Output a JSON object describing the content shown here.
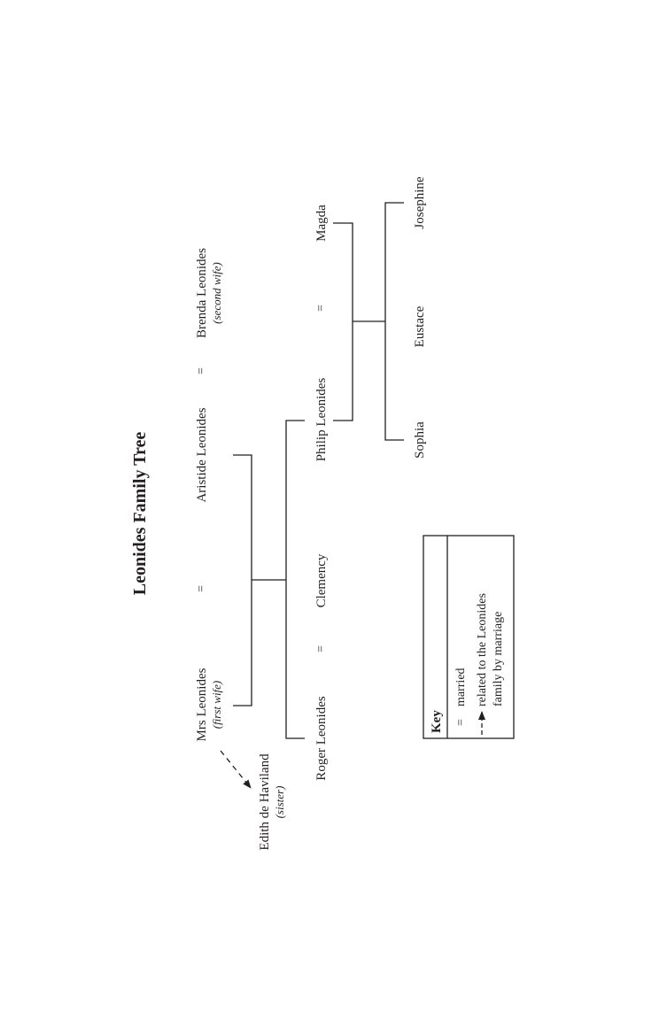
{
  "title": "Leonides Family Tree",
  "married_symbol": "=",
  "people": {
    "mrs_leonides": {
      "name": "Mrs Leonides",
      "note": "(first wife)"
    },
    "aristide": {
      "name": "Aristide Leonides"
    },
    "brenda": {
      "name": "Brenda Leonides",
      "note": "(second wife)"
    },
    "edith": {
      "name": "Edith de Haviland",
      "note": "(sister)"
    },
    "roger": {
      "name": "Roger Leonides"
    },
    "clemency": {
      "name": "Clemency"
    },
    "philip": {
      "name": "Philip Leonides"
    },
    "magda": {
      "name": "Magda"
    },
    "sophia": {
      "name": "Sophia"
    },
    "eustace": {
      "name": "Eustace"
    },
    "josephine": {
      "name": "Josephine"
    }
  },
  "key": {
    "heading": "Key",
    "married_label": "married",
    "marriage_relation_line1": "related to the Leonides",
    "marriage_relation_line2": "family by marriage"
  },
  "colors": {
    "ink": "#231f20",
    "background": "#ffffff"
  }
}
